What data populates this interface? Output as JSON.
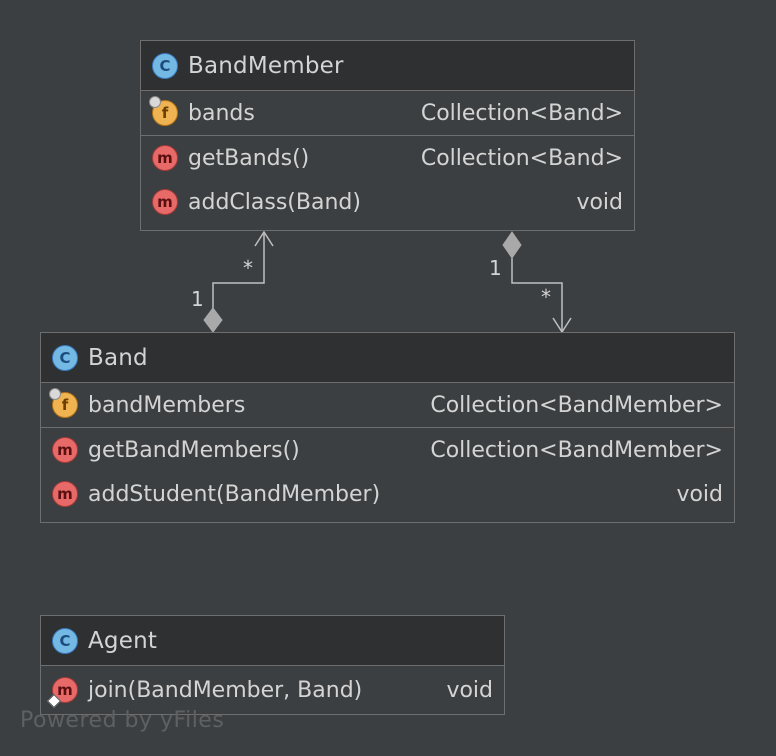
{
  "classes": {
    "bandmember": {
      "name": "BandMember",
      "icon": "class-icon",
      "fields": [
        {
          "name": "bands",
          "type": "Collection<Band>"
        }
      ],
      "methods": [
        {
          "name": "getBands()",
          "type": "Collection<Band>"
        },
        {
          "name": "addClass(Band)",
          "type": "void"
        }
      ]
    },
    "band": {
      "name": "Band",
      "icon": "class-icon",
      "fields": [
        {
          "name": "bandMembers",
          "type": "Collection<BandMember>"
        }
      ],
      "methods": [
        {
          "name": "getBandMembers()",
          "type": "Collection<BandMember>"
        },
        {
          "name": "addStudent(BandMember)",
          "type": "void"
        }
      ]
    },
    "agent": {
      "name": "Agent",
      "icon": "class-icon",
      "fields": [],
      "methods": [
        {
          "name": "join(BandMember, Band)",
          "type": "void"
        }
      ]
    }
  },
  "icons": {
    "class_letter": "C",
    "field_letter": "f",
    "method_letter": "m"
  },
  "associations": [
    {
      "from": "Band",
      "to": "BandMember",
      "source_multiplicity": "1",
      "target_multiplicity": "*",
      "kind": "aggregation"
    },
    {
      "from": "BandMember",
      "to": "Band",
      "source_multiplicity": "1",
      "target_multiplicity": "*",
      "kind": "aggregation"
    }
  ],
  "watermark": "Powered by yFiles",
  "colors": {
    "background": "#3c3f41",
    "header": "#2e3032",
    "border": "#6e6e6e",
    "text": "#d4d4d4",
    "class_icon": "#74b8e4",
    "field_icon": "#f0b352",
    "method_icon": "#e86a68"
  }
}
